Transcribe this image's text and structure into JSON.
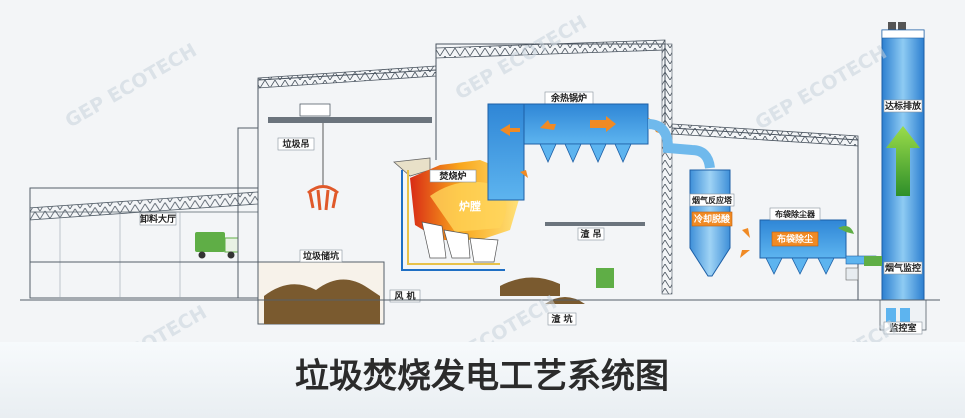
{
  "watermark": "GEP ECOTECH",
  "title": "垃圾焚烧发电工艺系统图",
  "labels": {
    "unloading_hall": "卸料大厅",
    "grab_crane": "垃圾吊",
    "waste_pit": "垃圾储坑",
    "incinerator": "焚烧炉",
    "furnace": "炉膛",
    "fan": "风 机",
    "slag_crane": "渣 吊",
    "slag_pit": "渣 坑",
    "waste_heat_boiler": "余热锅炉",
    "reaction_tower": "烟气反应塔",
    "cooling_deacid": "冷却脱酸",
    "baghouse": "布袋除尘器",
    "bag_dust": "布袋除尘",
    "standard_emission": "达标排放",
    "flue_monitor": "烟气监控",
    "control_room": "监控室"
  }
}
